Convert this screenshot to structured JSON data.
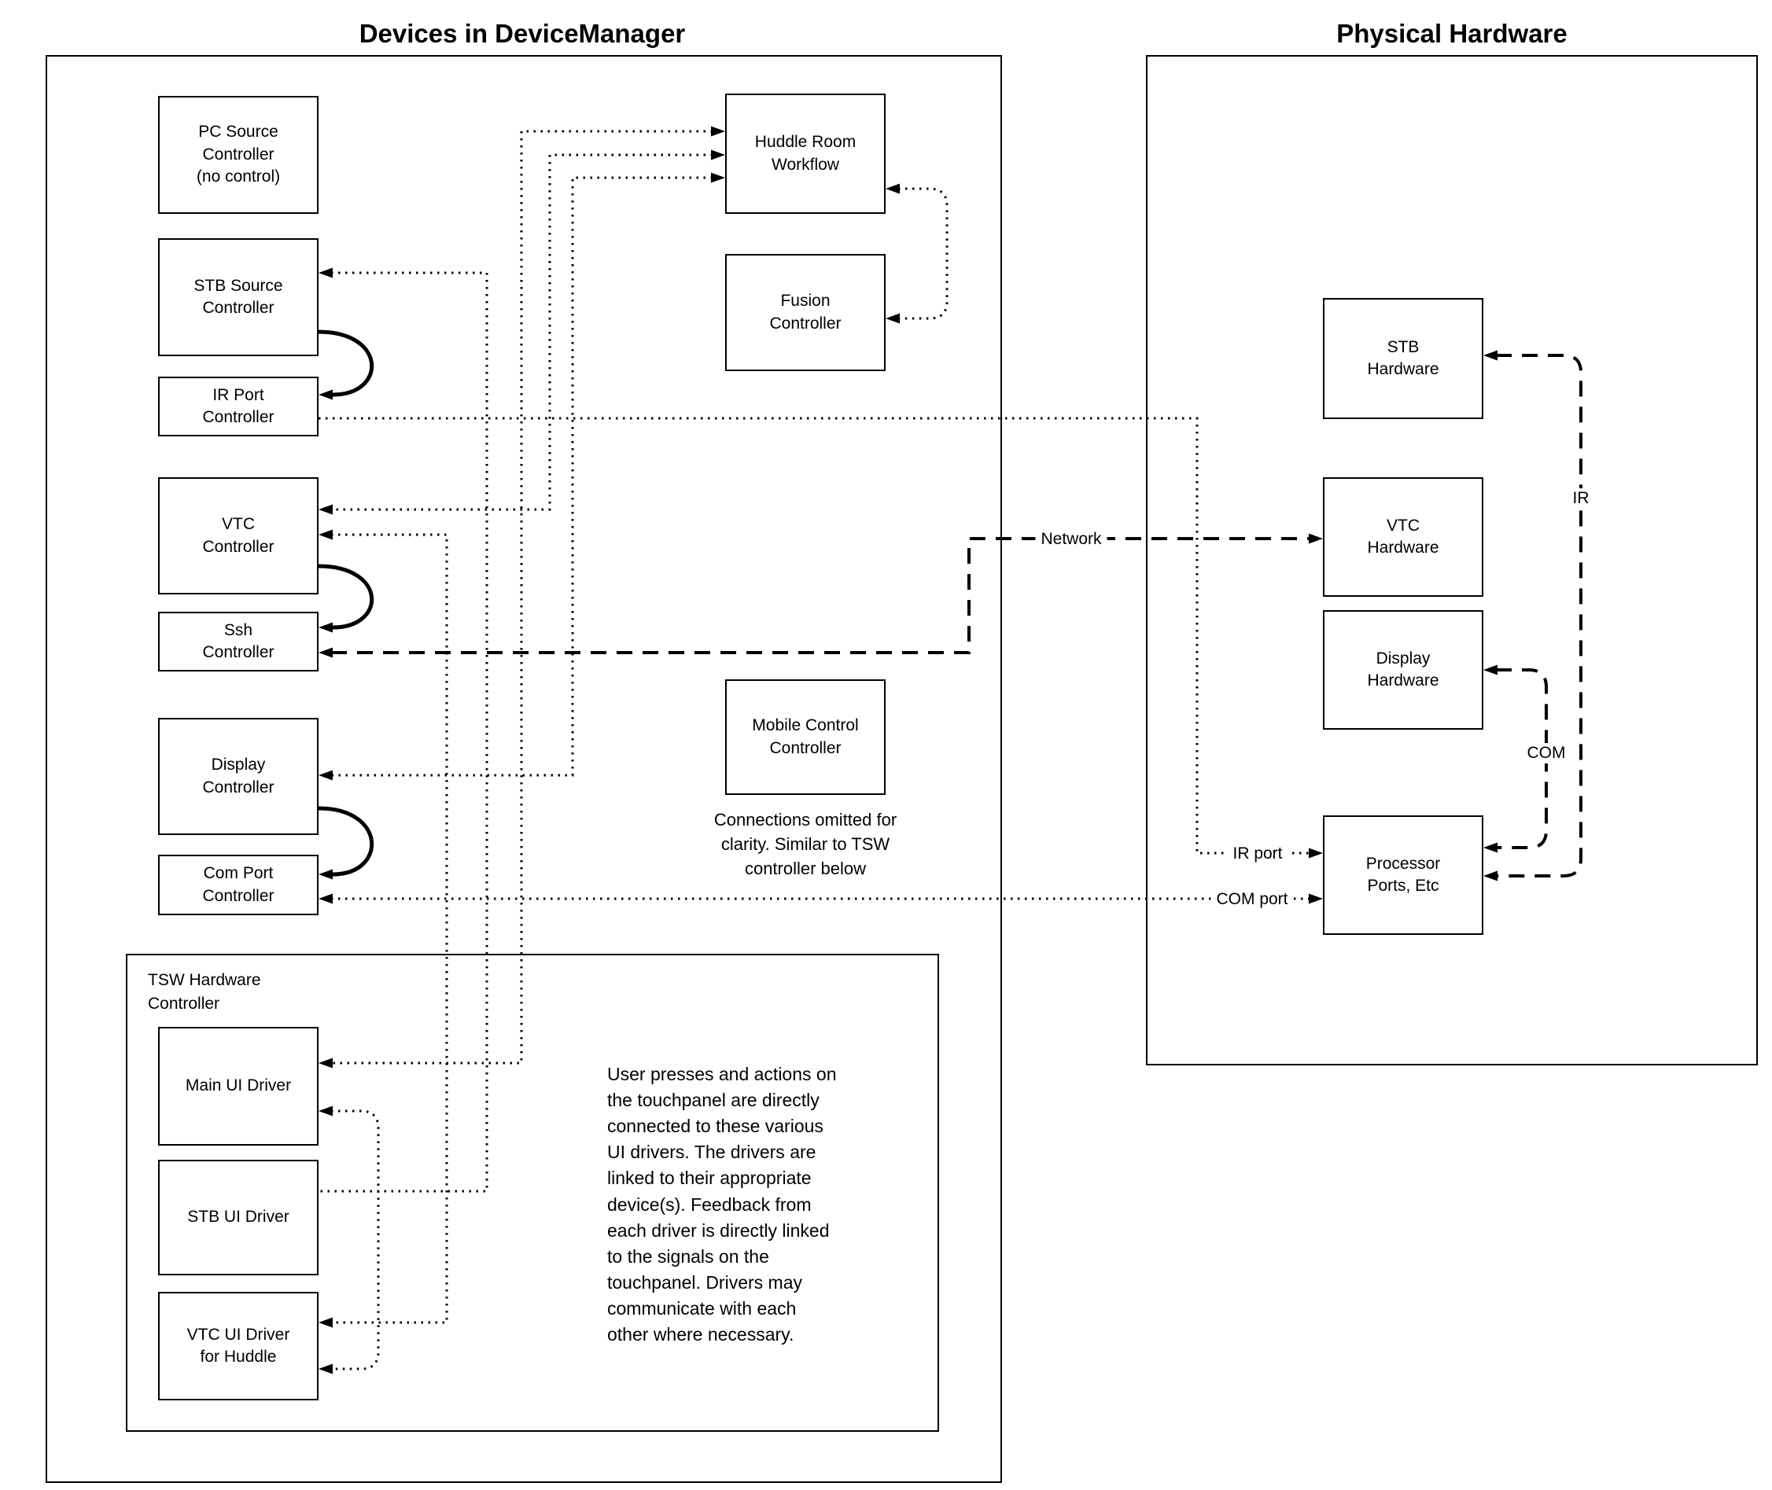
{
  "titles": {
    "left": "Devices in DeviceManager",
    "right": "Physical Hardware"
  },
  "boxes": {
    "pc_source": "PC Source\nController\n(no control)",
    "stb_source": "STB Source\nController",
    "ir_port": "IR Port\nController",
    "vtc": "VTC\nController",
    "ssh": "Ssh\nController",
    "display": "Display\nController",
    "com_port": "Com Port\nController",
    "hrw": "Huddle Room\nWorkflow",
    "fusion": "Fusion\nController",
    "mobile": "Mobile Control\nController",
    "stb_hw": "STB\nHardware",
    "vtc_hw": "VTC\nHardware",
    "display_hw": "Display\nHardware",
    "processor": "Processor\nPorts, Etc",
    "tsw_label": "TSW Hardware\nController",
    "main_ui": "Main UI Driver",
    "stb_ui": "STB UI Driver",
    "vtc_ui": "VTC UI Driver\nfor Huddle"
  },
  "notes": {
    "connections_note": "Connections omitted for\nclarity. Similar to TSW\ncontroller below",
    "tsw_paragraph": "User presses and actions on\nthe touchpanel are directly\nconnected to these various\nUI drivers.  The drivers are\nlinked to their appropriate\ndevice(s). Feedback from\neach driver is directly linked\nto the signals on the\ntouchpanel. Drivers may\ncommunicate with each\nother where necessary."
  },
  "line_labels": {
    "network": "Network",
    "ir": "IR",
    "com": "COM",
    "ir_port": "IR port",
    "com_port": "COM port"
  },
  "colors": {
    "line": "#000000",
    "background": "#ffffff"
  }
}
